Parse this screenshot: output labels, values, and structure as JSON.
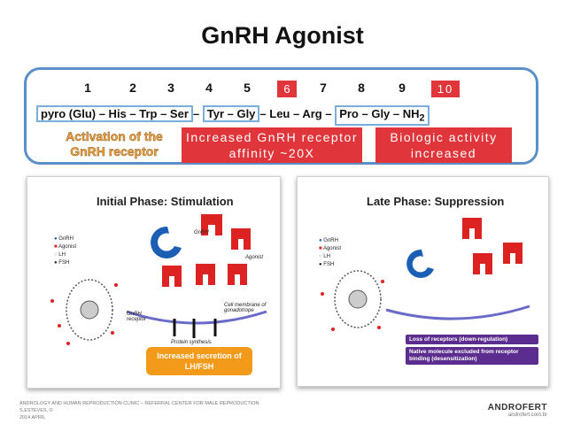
{
  "title": "GnRH Agonist",
  "positions": [
    "1",
    "2",
    "3",
    "4",
    "5",
    "6",
    "7",
    "8",
    "9",
    "10"
  ],
  "sequence": {
    "pre": "pyro (Glu) – His – Trp – Ser ",
    "sep1": "– ",
    "tyr_gly": "Tyr – Gly ",
    "sep2": "– ",
    "mid": "Leu – Arg ",
    "sep3": "– ",
    "end": "Pro – Gly – NH",
    "sub": "2"
  },
  "activation_label": "Activation of the GnRH receptor",
  "box6_label": "Increased GnRH receptor affinity ~20X",
  "box10_label": "Biologic activity increased",
  "left_panel": {
    "title": "Initial Phase: Stimulation",
    "legend": [
      "GnRH",
      "Agonist",
      "LH",
      "FSH"
    ],
    "gnrh_label": "GnRH",
    "agonist_label": "Agonist",
    "receptor_label": "GnRH receptor",
    "membrane_label": "Cell membrane of gonadotrope",
    "synthesis_label": "Protein synthesis",
    "result_label": "Increased secretion of LH/FSH"
  },
  "right_panel": {
    "title": "Late Phase: Suppression",
    "legend": [
      "GnRH",
      "Agonist",
      "LH",
      "FSH"
    ],
    "loss_label": "Loss of receptors (down-regulation)",
    "native_label": "Native molecule excluded from receptor binding (desensitization)"
  },
  "footer": {
    "line1": "ANDROLOGY AND HUMAN REPRODUCTION CLINIC – REFERRAL CENTER FOR MALE REPRODUCTION",
    "line2": "S.ESTEVES, ©",
    "line3": "2014 APRIL"
  },
  "brand": {
    "name": "ANDROFERT",
    "url": "androfert.com.br"
  },
  "colors": {
    "accent_red": "#e0353a",
    "border_blue": "#5a8fc8",
    "orange": "#f2a23a",
    "purple": "#5b2d8e"
  }
}
